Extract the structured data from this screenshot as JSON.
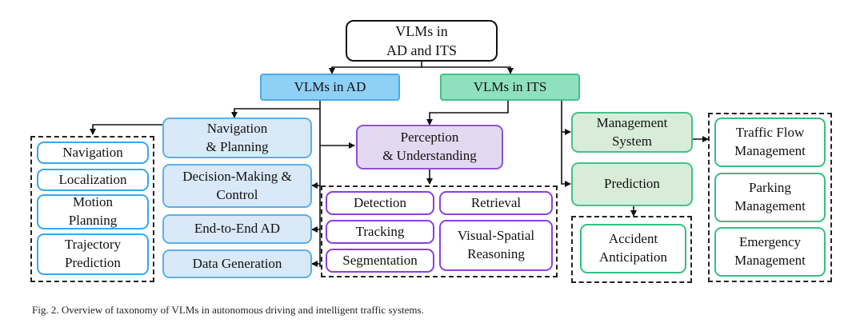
{
  "root": {
    "label": "VLMs in\nAD and ITS"
  },
  "ad": {
    "label": "VLMs in AD",
    "navigation_planning": {
      "label": "Navigation\n& Planning",
      "children": [
        "Navigation",
        "Localization",
        "Motion\nPlanning",
        "Trajectory\nPrediction"
      ]
    },
    "decision_making": {
      "label": "Decision-Making &\nControl"
    },
    "end_to_end": {
      "label": "End-to-End AD"
    },
    "data_generation": {
      "label": "Data Generation"
    }
  },
  "perception": {
    "label": "Perception\n& Understanding",
    "children": [
      "Detection",
      "Retrieval",
      "Tracking",
      "Visual-Spatial\nReasoning",
      "Segmentation"
    ]
  },
  "its": {
    "label": "VLMs in ITS",
    "management": {
      "label": "Management\nSystem",
      "children": [
        "Traffic Flow\nManagement",
        "Parking\nManagement",
        "Emergency\nManagement"
      ]
    },
    "prediction": {
      "label": "Prediction",
      "children": [
        "Accident\nAnticipation"
      ]
    }
  },
  "caption": "Fig. 2.  Overview of taxonomy of VLMs in autonomous driving and intelligent traffic systems."
}
